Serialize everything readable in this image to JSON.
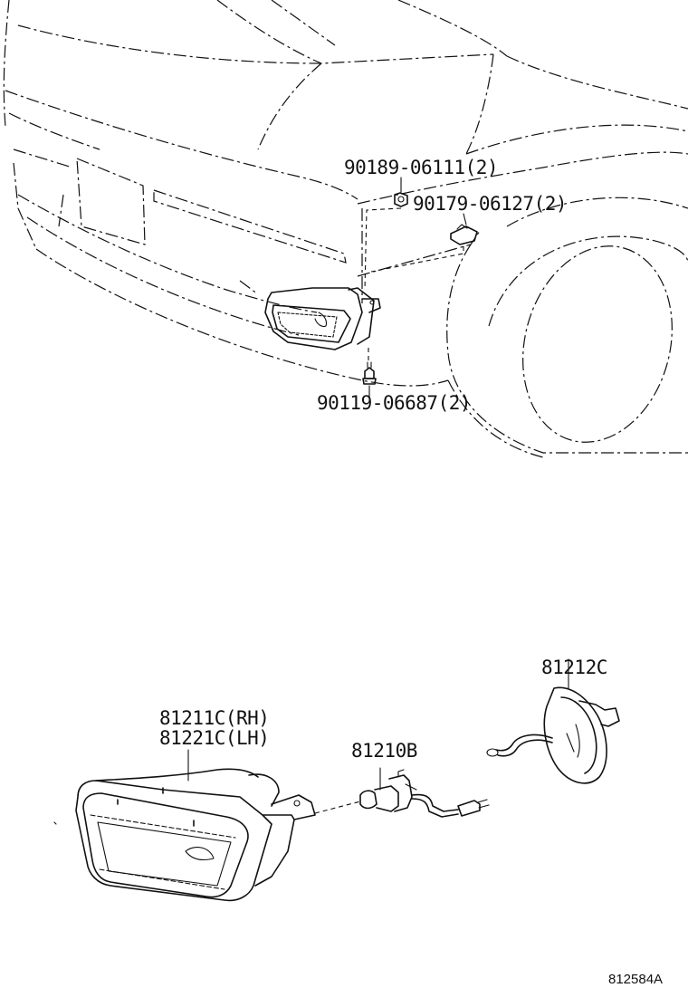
{
  "callouts": {
    "bolt_top": "90189-06111(2)",
    "nut": "90179-06127(2)",
    "bolt_bottom": "90119-06687(2)",
    "lamp_rh": "81211C(RH)",
    "lamp_lh": "81221C(LH)",
    "bulb": "81210B",
    "socket": "81212C"
  },
  "reference_code": "812584A"
}
